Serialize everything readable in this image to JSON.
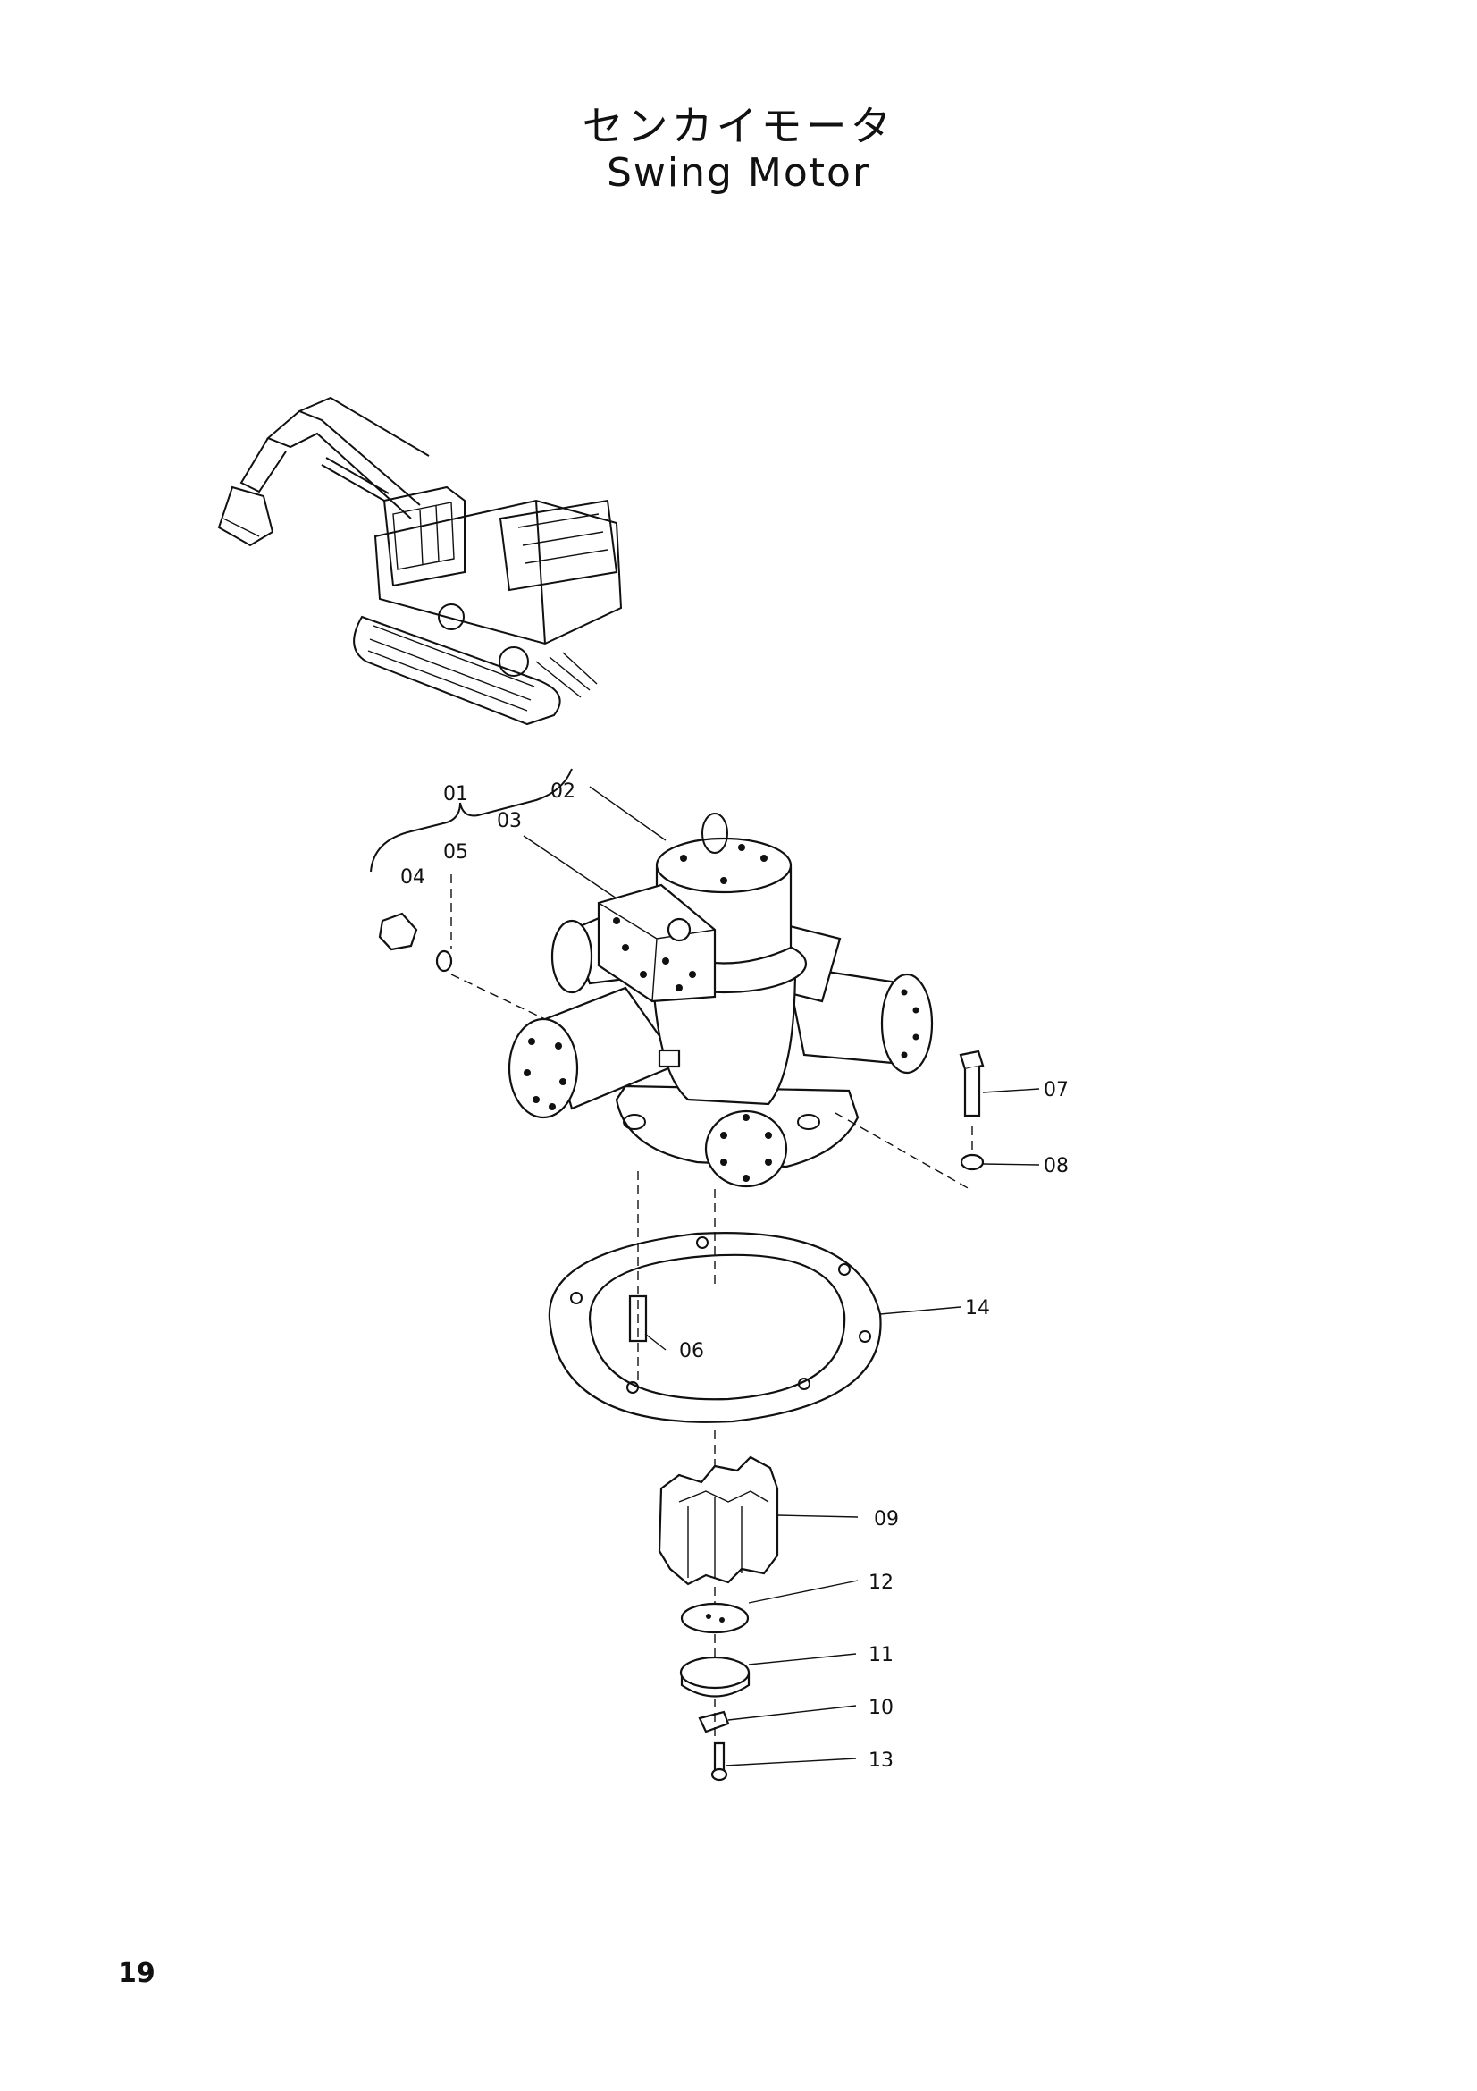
{
  "title": {
    "japanese": "センカイモータ",
    "english": "Swing Motor"
  },
  "page_number": "19",
  "callouts": {
    "c01": "01",
    "c02": "02",
    "c03": "03",
    "c04": "04",
    "c05": "05",
    "c06": "06",
    "c07": "07",
    "c08": "08",
    "c09": "09",
    "c10": "10",
    "c11": "11",
    "c12": "12",
    "c13": "13",
    "c14": "14"
  },
  "icons": {
    "machine": "excavator-icon",
    "assembly": "swing-motor-illustration"
  }
}
